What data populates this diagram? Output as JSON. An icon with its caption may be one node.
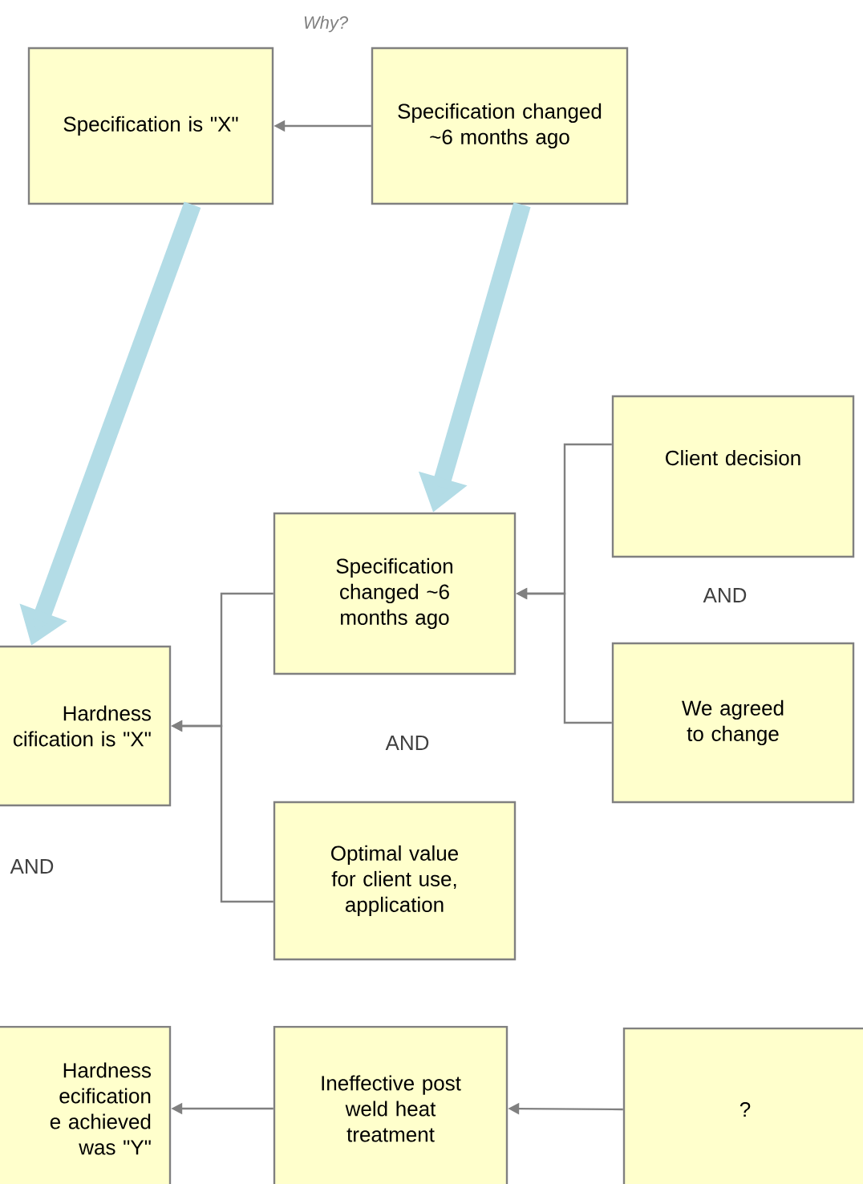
{
  "diagram": {
    "nodes": [
      {
        "text": [
          "Specification is \"X\""
        ]
      },
      {
        "text": [
          "Specification changed ~6 months ago"
        ]
      },
      {
        "text": [
          "Client decision"
        ]
      },
      {
        "text": [
          "Specification changed ~6 months ago"
        ]
      },
      {
        "text": [
          "We agreed to change"
        ]
      },
      {
        "text": [
          "Hardness cification is \"X\""
        ]
      },
      {
        "text": [
          "Optimal value for client use, application"
        ]
      },
      {
        "text": [
          "Hardness ecification e achieved was \"Y\""
        ]
      },
      {
        "text": [
          "Ineffective post weld heat treatment"
        ]
      },
      {
        "text": [
          "?"
        ]
      }
    ],
    "edges": [
      {
        "from": 1,
        "to": 0,
        "arrow": "to"
      },
      {
        "from": 0,
        "to": 5,
        "arrow": "to",
        "style": "thick",
        "color": "#b3dce6"
      },
      {
        "from": 1,
        "to": 3,
        "arrow": "to",
        "style": "thick",
        "color": "#b3dce6"
      },
      {
        "from": 2,
        "to": 3,
        "arrow": "to"
      },
      {
        "from": 4,
        "to": 3,
        "arrow": "to"
      },
      {
        "from": 3,
        "to": 5,
        "arrow": "to"
      },
      {
        "from": 6,
        "to": 5,
        "arrow": "to"
      },
      {
        "from": 8,
        "to": 7,
        "arrow": "to"
      },
      {
        "from": 9,
        "to": 8,
        "arrow": "to"
      }
    ],
    "labels": [
      "Why?",
      "AND",
      "AND",
      "AND"
    ]
  }
}
